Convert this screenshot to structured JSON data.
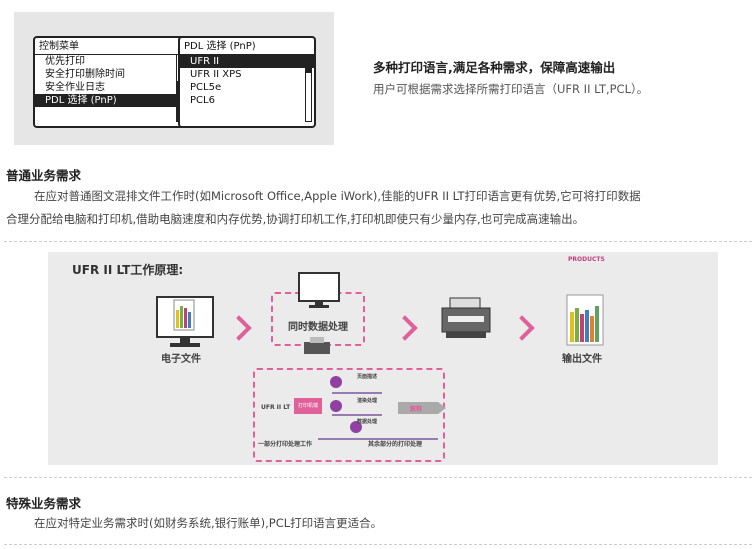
{
  "lcd_menu": {
    "title": "控制菜单",
    "items": [
      "优先打印",
      "安全打印删除时间",
      "安全作业日志",
      "PDL 选择 (PnP)"
    ],
    "selected_index": 3
  },
  "lcd_pdl": {
    "title": "PDL 选择 (PnP)",
    "items": [
      "UFR II",
      "UFR II XPS",
      "PCL5e",
      "PCL6"
    ],
    "selected_index": 0
  },
  "feature": {
    "title": "多种打印语言,满足各种需求，保障高速输出",
    "desc": "用户可根据需求选择所需打印语言（UFR II LT,PCL）。"
  },
  "section1": {
    "title": "普通业务需求",
    "line1": "在应对普通图文混排文件工作时(如Microsoft Office,Apple iWork),佳能的UFR II LT打印语言更有优势,它可将打印数据",
    "line2": "合理分配给电脑和打印机,借助电脑速度和内存优势,协调打印机工作,打印机即使只有少量内存,也可完成高速输出。"
  },
  "diagram": {
    "title": "UFR II LT工作原理:",
    "step1": "电子文件",
    "step2": "同时数据处理",
    "step3": "输出文件",
    "products_label": "PRODUCTS",
    "ufr_label": "UFR II LT",
    "small_box": "打印机端",
    "ball1": "页面描述",
    "ball2": "渲染处理",
    "ball3": "数据处理",
    "arrow": "解释",
    "left_bottom": "一部分打印处理工作",
    "right_bottom": "其余部分的打印处理"
  },
  "section2": {
    "title": "特殊业务需求",
    "line1": "在应对特定业务需求时(如财务系统,银行账单),PCL打印语言更适合。"
  },
  "colors": {
    "accent_pink": "#e0609a",
    "panel_bg": "#e6e6e6",
    "diagram_bg": "#ebebeb"
  }
}
